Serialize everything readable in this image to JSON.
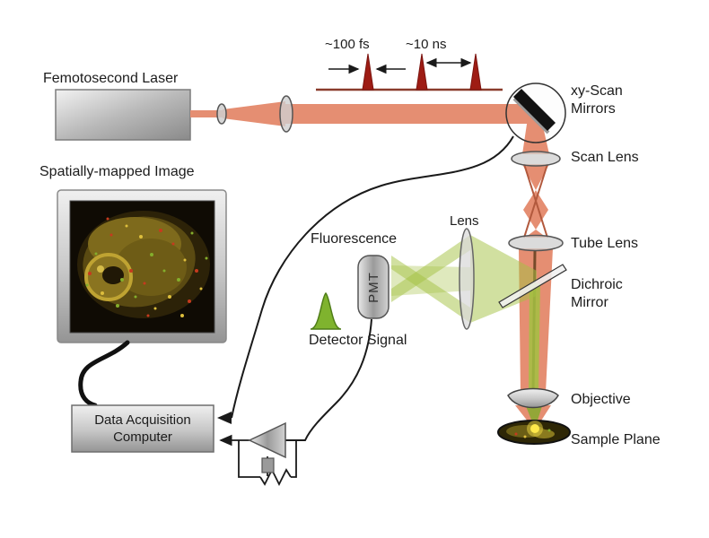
{
  "labels": {
    "laser": "Femotosecond Laser",
    "pulse_width": "~100 fs",
    "pulse_spacing": "~10 ns",
    "scan_mirrors": [
      "xy-Scan",
      "Mirrors"
    ],
    "scan_lens": "Scan Lens",
    "tube_lens": "Tube Lens",
    "dichroic_mirror": [
      "Dichroic",
      "Mirror"
    ],
    "objective": "Objective",
    "sample_plane": "Sample Plane",
    "collection_lens": "Lens",
    "fluorescence": "Fluorescence",
    "pmt": "PMT",
    "detector_signal": "Detector Signal",
    "monitor": "Spatially-mapped Image",
    "computer": [
      "Data Acquisition",
      "Computer"
    ]
  },
  "colors": {
    "excitation_beam": "#e58e72",
    "pulse": "#9e1c14",
    "fluorescence_beam": "#a3c142",
    "wire": "#1a1a1a"
  }
}
